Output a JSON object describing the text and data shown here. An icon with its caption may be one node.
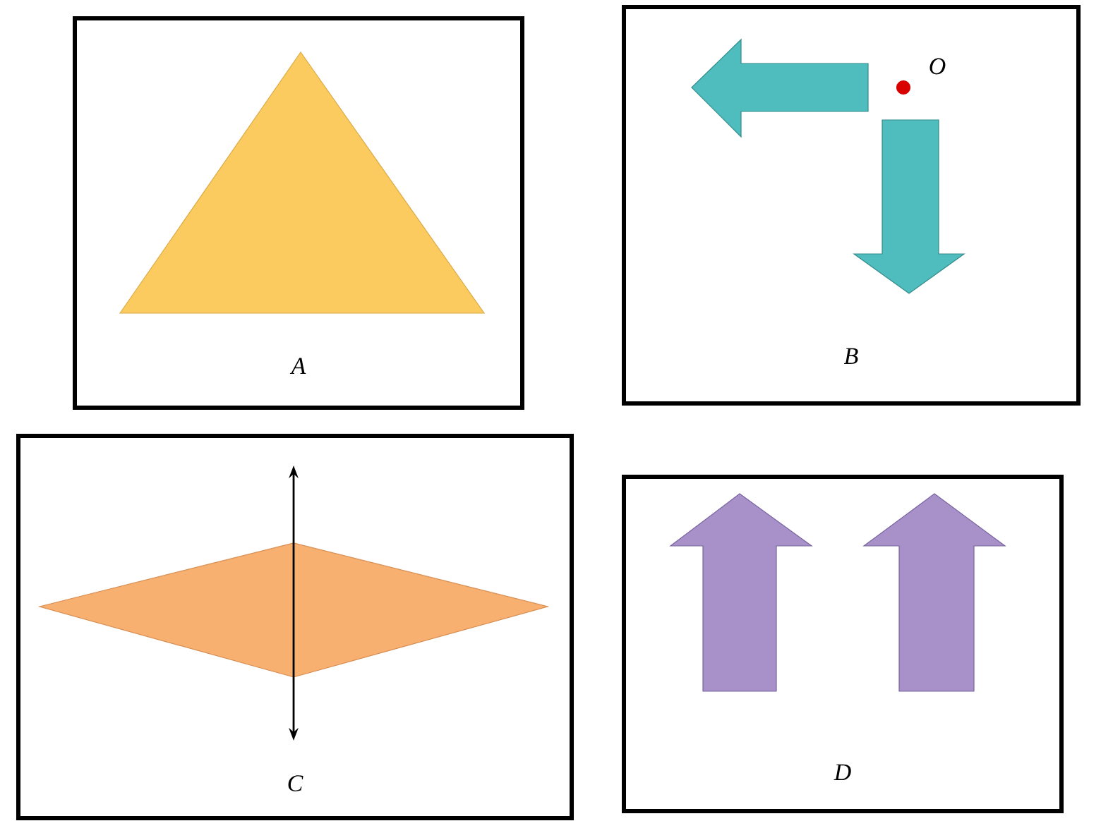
{
  "diagram": {
    "nodes": [
      {
        "text": [
          "A"
        ]
      },
      {
        "text": [
          "B"
        ]
      },
      {
        "text": [
          "C"
        ]
      },
      {
        "text": [
          "D"
        ]
      }
    ],
    "labels": [
      "O"
    ]
  }
}
